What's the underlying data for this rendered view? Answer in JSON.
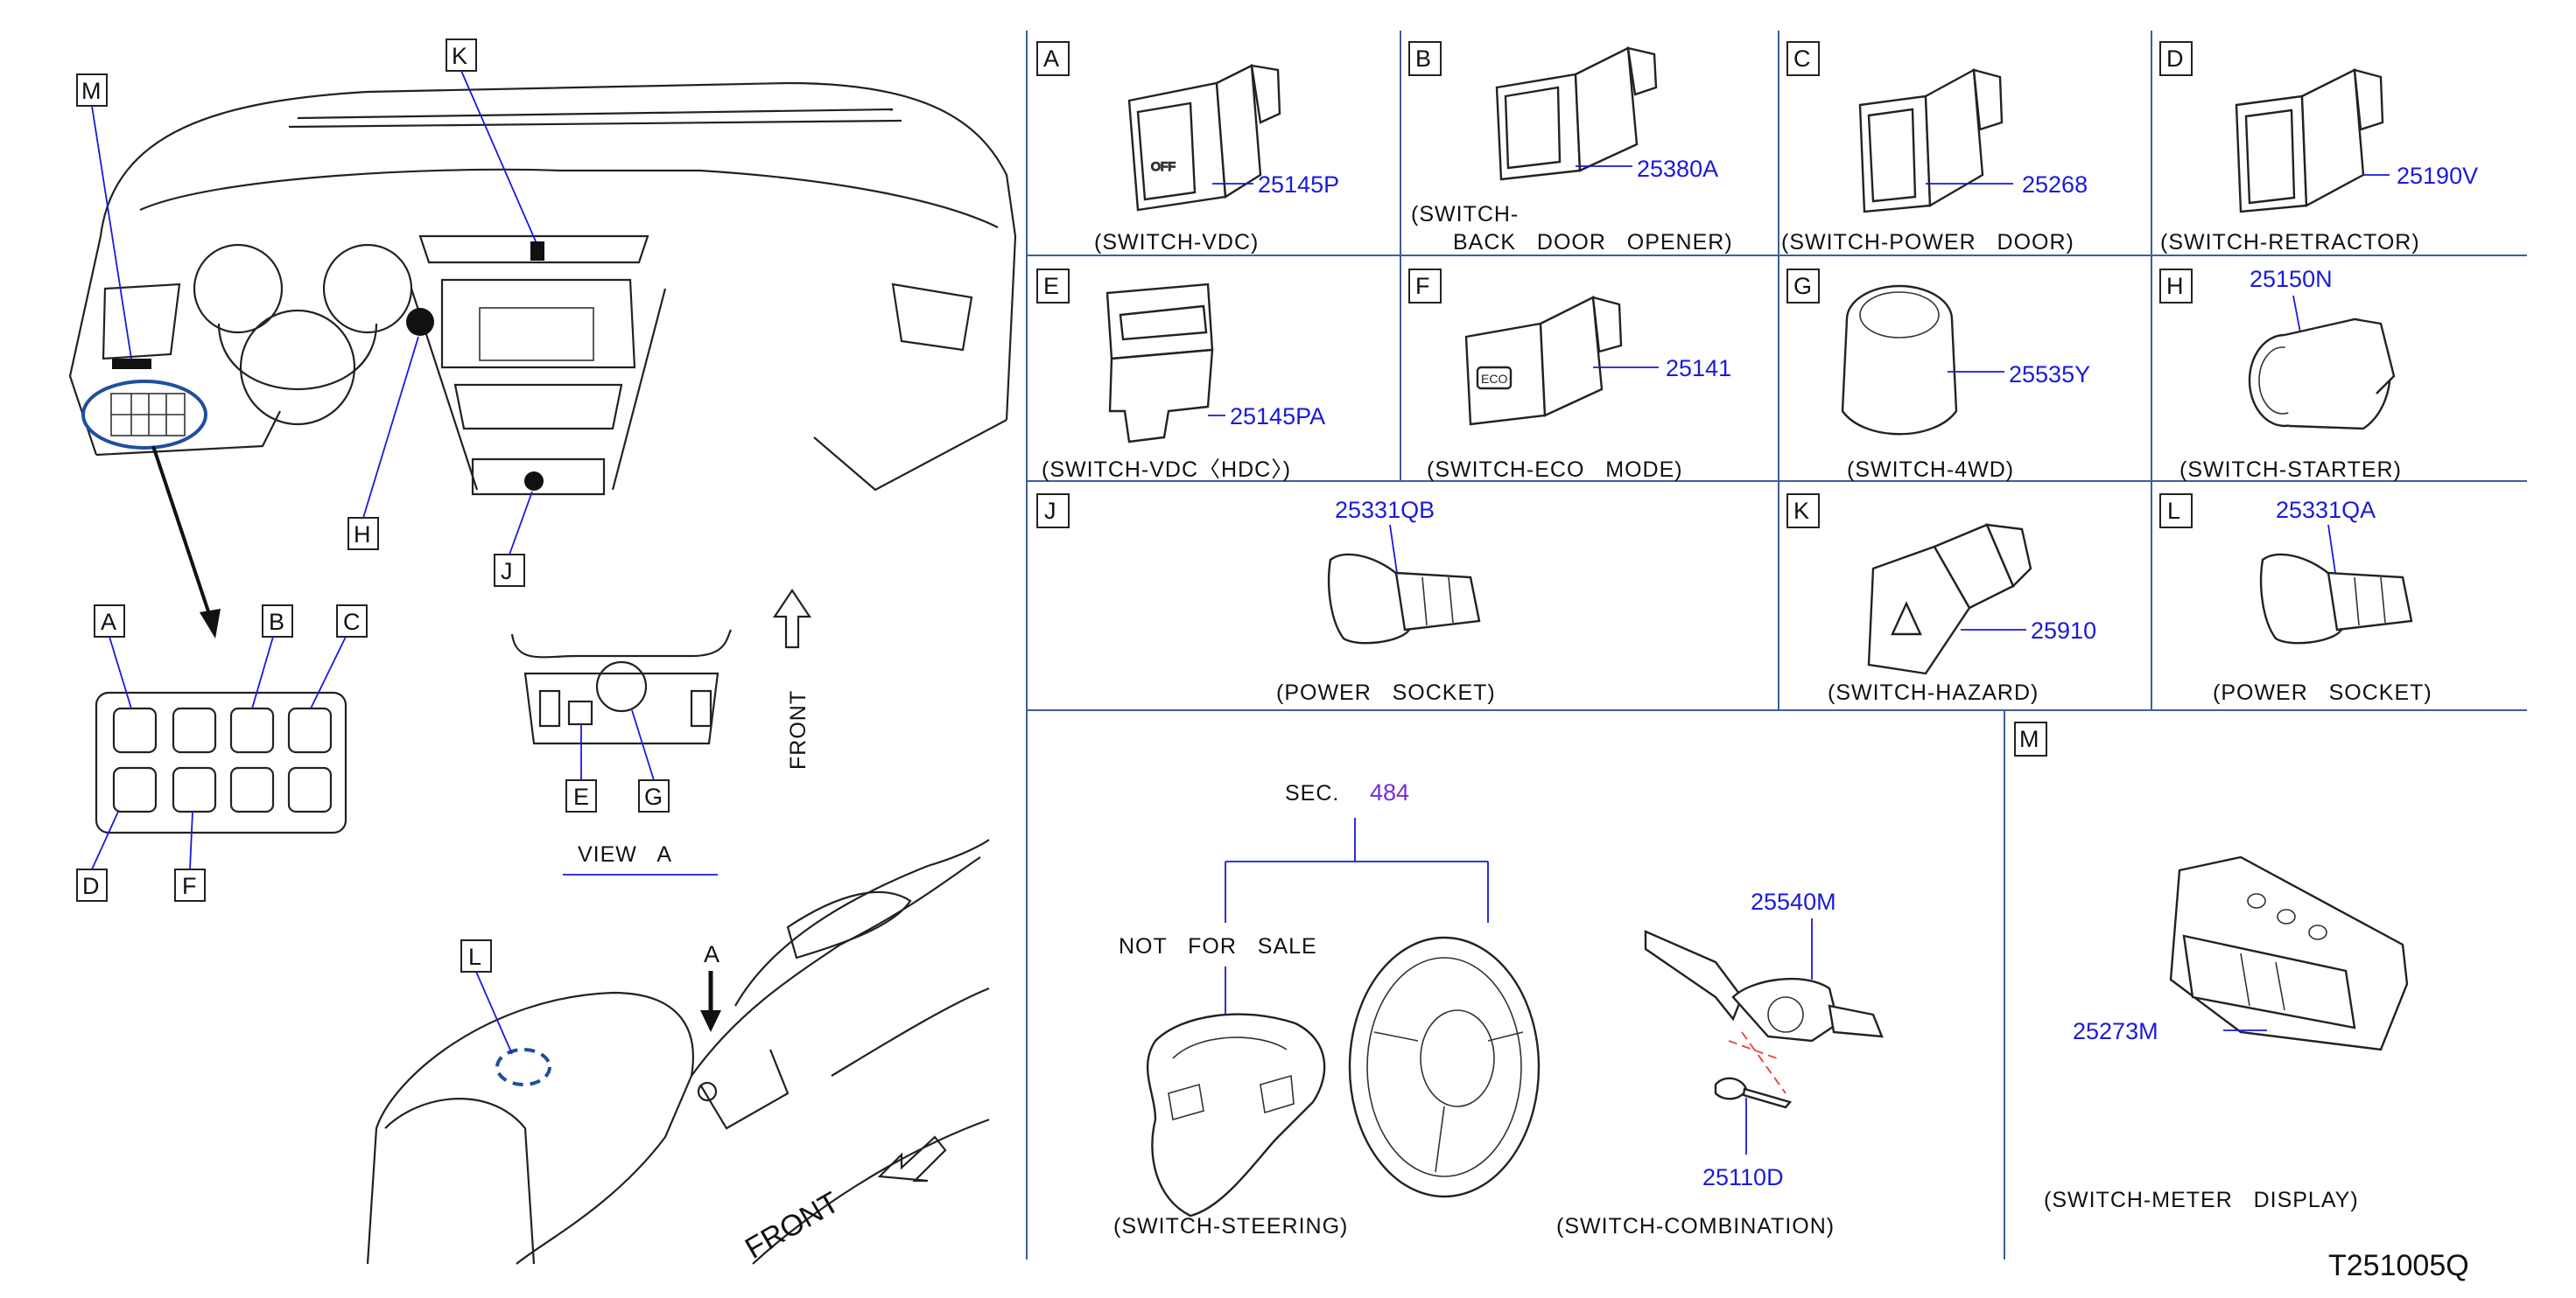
{
  "diagram_code": "T251005Q",
  "overview": {
    "callouts": [
      "A",
      "B",
      "C",
      "D",
      "E",
      "F",
      "G",
      "H",
      "J",
      "K",
      "L",
      "M"
    ],
    "view_label": "VIEW   A",
    "front_label": "FRONT",
    "arrow_label": "A"
  },
  "cells": {
    "A": {
      "letter": "A",
      "part": "25145P",
      "caption": "(SWITCH-VDC)"
    },
    "B": {
      "letter": "B",
      "part": "25380A",
      "caption_1": "(SWITCH-",
      "caption_2": "BACK   DOOR   OPENER)"
    },
    "C": {
      "letter": "C",
      "part": "25268",
      "caption": "(SWITCH-POWER   DOOR)"
    },
    "D": {
      "letter": "D",
      "part": "25190V",
      "caption": "(SWITCH-RETRACTOR)"
    },
    "E": {
      "letter": "E",
      "part": "25145PA",
      "caption": "(SWITCH-VDC〈HDC〉)"
    },
    "F": {
      "letter": "F",
      "part": "25141",
      "caption": "(SWITCH-ECO   MODE)"
    },
    "G": {
      "letter": "G",
      "part": "25535Y",
      "caption": "(SWITCH-4WD)"
    },
    "H": {
      "letter": "H",
      "part": "25150N",
      "caption": "(SWITCH-STARTER)"
    },
    "J": {
      "letter": "J",
      "part": "25331QB",
      "caption": "(POWER   SOCKET)"
    },
    "K": {
      "letter": "K",
      "part": "25910",
      "caption": "(SWITCH-HAZARD)"
    },
    "L": {
      "letter": "L",
      "part": "25331QA",
      "caption": "(POWER   SOCKET)"
    },
    "M": {
      "letter": "M",
      "part": "25273M",
      "caption": "(SWITCH-METER   DISPLAY)"
    }
  },
  "bottom": {
    "sec_label": "SEC.",
    "sec_ref": "484",
    "not_for_sale": "NOT   FOR   SALE",
    "steering_caption": "(SWITCH-STEERING)",
    "combination_caption": "(SWITCH-COMBINATION)",
    "combination_part": "25540M",
    "screw_part": "25110D"
  }
}
